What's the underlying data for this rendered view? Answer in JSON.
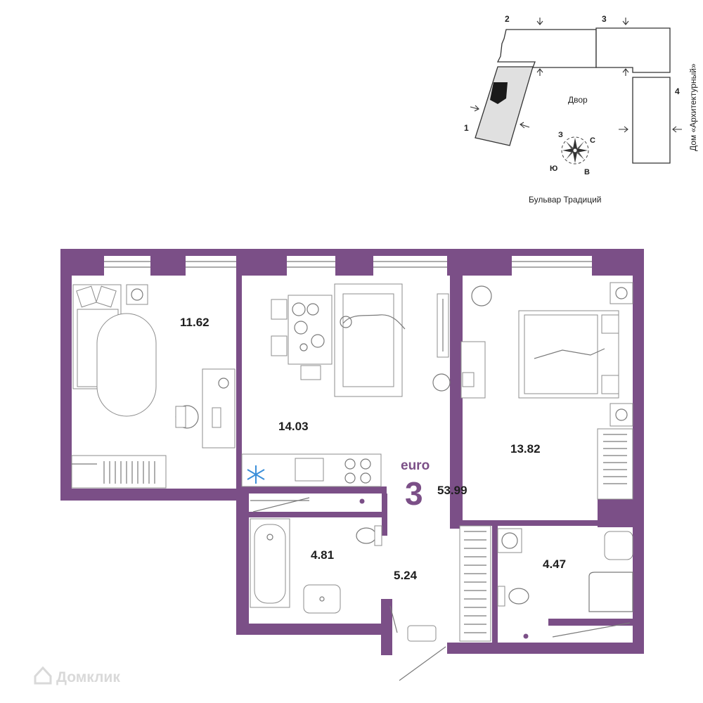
{
  "site_plan": {
    "yard_label": "Двор",
    "street_label": "Бульвар Традиций",
    "house_label": "Дом «Архитектурный»",
    "section_numbers": [
      "1",
      "2",
      "3",
      "4"
    ],
    "compass": {
      "n": "С",
      "s": "Ю",
      "e": "В",
      "w": "З"
    }
  },
  "apartment": {
    "type_label": "euro",
    "rooms": "3",
    "total_area": "53.99"
  },
  "rooms": [
    {
      "id": "bedroom-left",
      "area": "11.62"
    },
    {
      "id": "kitchen-living",
      "area": "14.03"
    },
    {
      "id": "bedroom-right",
      "area": "13.82"
    },
    {
      "id": "bathroom",
      "area": "4.81"
    },
    {
      "id": "hallway",
      "area": "5.24"
    },
    {
      "id": "bathroom-2",
      "area": "4.47"
    }
  ],
  "watermark": "Домклик",
  "colors": {
    "wall": "#7b4f87",
    "accent": "#7b4f87",
    "site_block": "#e0e0e0",
    "unit_marker": "#1a1a1a"
  }
}
